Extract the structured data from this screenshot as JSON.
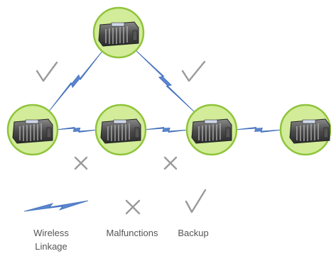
{
  "nodes": [
    {
      "id": "top"
    },
    {
      "id": "left"
    },
    {
      "id": "center-left"
    },
    {
      "id": "center-right"
    },
    {
      "id": "right"
    }
  ],
  "links": [
    {
      "from": "top",
      "to": "left",
      "status": "backup"
    },
    {
      "from": "top",
      "to": "center-right",
      "status": "backup"
    },
    {
      "from": "left",
      "to": "center-left",
      "status": "malfunction"
    },
    {
      "from": "center-left",
      "to": "center-right",
      "status": "malfunction"
    },
    {
      "from": "center-right",
      "to": "right",
      "status": "active"
    }
  ],
  "legend": {
    "wireless_label": "Wireless\nLinkage",
    "malfunction_label": "Malfunctions",
    "backup_label": "Backup"
  },
  "colors": {
    "node_fill": "#d2ec9a",
    "node_border": "#8fc43a",
    "link": "#5b86d0",
    "mark": "#9a9a9a"
  }
}
